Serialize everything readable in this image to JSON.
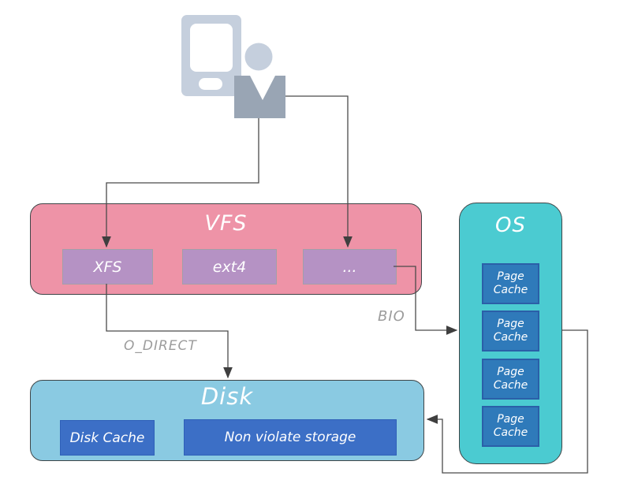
{
  "user": {
    "icon": "user-with-phone-icon"
  },
  "vfs": {
    "title": "VFS",
    "items": [
      {
        "label": "XFS"
      },
      {
        "label": "ext4"
      },
      {
        "label": "..."
      }
    ]
  },
  "os": {
    "title": "OS",
    "items": [
      {
        "label": "Page Cache"
      },
      {
        "label": "Page Cache"
      },
      {
        "label": "Page Cache"
      },
      {
        "label": "Page Cache"
      }
    ]
  },
  "disk": {
    "title": "Disk",
    "items": [
      {
        "label": "Disk Cache"
      },
      {
        "label": "Non violate storage"
      }
    ]
  },
  "edges": [
    {
      "from": "user",
      "to": "XFS",
      "label": ""
    },
    {
      "from": "user",
      "to": "ellipsis-box",
      "label": ""
    },
    {
      "from": "XFS",
      "to": "Disk",
      "label": "O_DIRECT"
    },
    {
      "from": "ellipsis-box",
      "to": "OS",
      "label": "BIO"
    },
    {
      "from": "OS",
      "to": "Disk",
      "label": ""
    }
  ],
  "colors": {
    "vfs_fill": "#EE93A7",
    "fs_fill": "#B592C4",
    "fs_border": "#A39FA8",
    "os_fill": "#4BCBD1",
    "page_fill": "#2F7ABA",
    "page_border": "#2B5FA8",
    "disk_fill": "#8ACAE2",
    "storage_fill": "#3C6FC6",
    "storage_border": "#2F60B8",
    "outline": "#3E4547",
    "line": "#4A4A4A",
    "arrow": "#3F3F3F",
    "edge_label": "#9C9C9C",
    "phone": "#C5CFDD",
    "person_head": "#C5CFDD",
    "person_body": "#99A5B4"
  }
}
